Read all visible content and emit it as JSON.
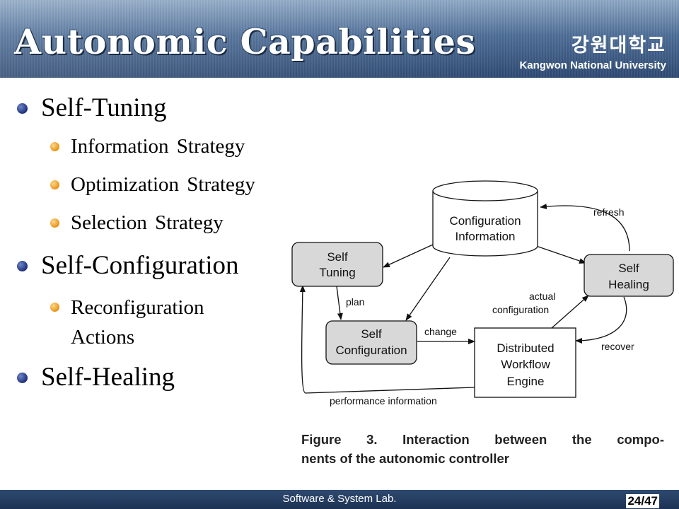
{
  "header": {
    "title": "Autonomic Capabilities",
    "university_korean": "강원대학교",
    "university_english": "Kangwon National University"
  },
  "bullets": [
    {
      "label": "Self-Tuning",
      "children": [
        "Information Strategy",
        "Optimization Strategy",
        "Selection Strategy"
      ]
    },
    {
      "label": "Self-Configuration",
      "children": [
        "Reconfiguration Actions"
      ]
    },
    {
      "label": "Self-Healing",
      "children": []
    }
  ],
  "diagram": {
    "nodes": {
      "config_info": [
        "Configuration",
        "Information"
      ],
      "self_tuning": [
        "Self",
        "Tuning"
      ],
      "self_healing": [
        "Self",
        "Healing"
      ],
      "self_configuration": [
        "Self",
        "Configuration"
      ],
      "workflow_engine": [
        "Distributed",
        "Workflow",
        "Engine"
      ]
    },
    "edges": {
      "refresh": "refresh",
      "plan": "plan",
      "change": "change",
      "actual_configuration": [
        "actual",
        "configuration"
      ],
      "recover": "recover",
      "performance_information": "performance information"
    },
    "caption": [
      "Figure 3. Interaction between the compo-",
      "nents of the autonomic controller"
    ]
  },
  "footer": {
    "lab": "Software & System Lab.",
    "page": "24/47"
  },
  "colors": {
    "header_blue": "#4f6f98",
    "node_gray": "#d8d8d8",
    "bullet_blue": "#1d2f7a",
    "bullet_orange": "#e89318"
  }
}
